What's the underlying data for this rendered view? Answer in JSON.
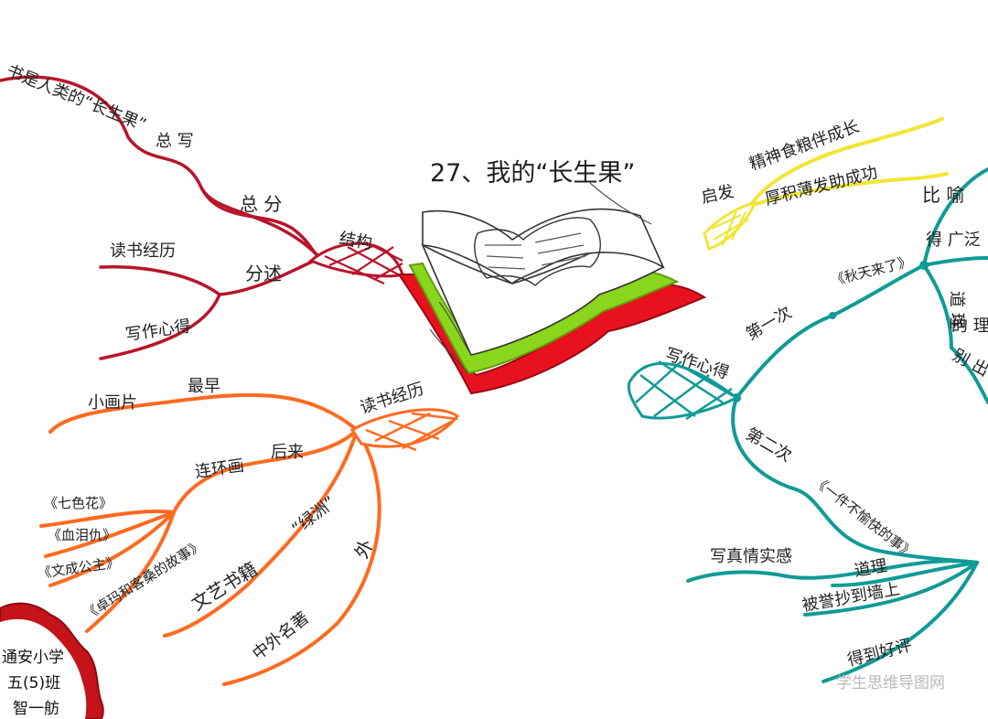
{
  "title": "27、我的“长生果”",
  "colors": {
    "red": "#b8142a",
    "orange": "#ff6a1f",
    "yellow": "#f2e635",
    "teal": "#0f9b96",
    "book_red": "#e8121f",
    "book_green": "#8ad61c",
    "school_badge": "#c5131a"
  },
  "branches": {
    "structure": {
      "label": "结构",
      "items": [
        "书是人类的“长生果”",
        "总 写",
        "总 分",
        "分述",
        "读书经历",
        "写作心得"
      ]
    },
    "reading": {
      "label": "读书经历",
      "items": [
        "小画片",
        "最早",
        "连环画",
        "后来",
        "《七色花》",
        "《血泪仇》",
        "《文成公主》",
        "《卓玛和客桑的故事》",
        "文艺书籍",
        "“绿洲”",
        "外",
        "中外名著"
      ]
    },
    "inspiration": {
      "label": "启发",
      "items": [
        "精神食粮伴成长",
        "厚积薄发助成功"
      ]
    },
    "writing": {
      "label": "写作心得",
      "items": [
        "第一次",
        "《秋天来了》",
        "比 喻",
        "得 广泛",
        "道 理",
        "的 理",
        "别 出 心 裁",
        "第二次",
        "《一件不愉快的事》",
        "写真情实感",
        "道理",
        "被誉抄到墙上",
        "得到好评"
      ]
    }
  },
  "author": {
    "school": "通安小学",
    "class": "五(5)班",
    "name": "智一舫"
  },
  "watermark": "学生思维导图网"
}
